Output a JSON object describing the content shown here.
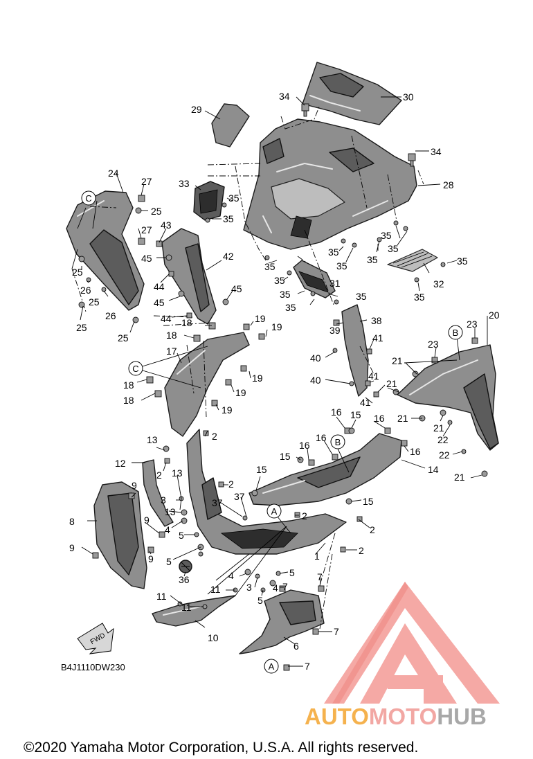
{
  "diagram_code": "B4J1110DW230",
  "fwd_label": "FWD",
  "copyright": "©2020 Yamaha Motor Corporation, U.S.A. All rights reserved.",
  "watermark": {
    "word_1": "AUTO",
    "word_2": "MOTO",
    "word_3": "HUB",
    "colors": {
      "auto": "#f5b24e",
      "moto": "#f2a7a3",
      "hub": "#a8a8a8",
      "mark": "#f4a09c"
    }
  },
  "reference_markers": {
    "a": "A",
    "b": "B",
    "c": "C"
  },
  "callouts": {
    "n1": "1",
    "n2": "2",
    "n3": "3",
    "n4": "4",
    "n5": "5",
    "n6": "6",
    "n7": "7",
    "n8": "8",
    "n9": "9",
    "n10": "10",
    "n11": "11",
    "n12": "12",
    "n13": "13",
    "n14": "14",
    "n15": "15",
    "n16": "16",
    "n17": "17",
    "n18": "18",
    "n19": "19",
    "n20": "20",
    "n21": "21",
    "n22": "22",
    "n23": "23",
    "n24": "24",
    "n25": "25",
    "n26": "26",
    "n27": "27",
    "n28": "28",
    "n29": "29",
    "n30": "30",
    "n31": "31",
    "n32": "32",
    "n33": "33",
    "n34": "34",
    "n35": "35",
    "n36": "36",
    "n37": "37",
    "n38": "38",
    "n39": "39",
    "n40": "40",
    "n41": "41",
    "n42": "42",
    "n43": "43",
    "n44": "44",
    "n45": "45"
  }
}
